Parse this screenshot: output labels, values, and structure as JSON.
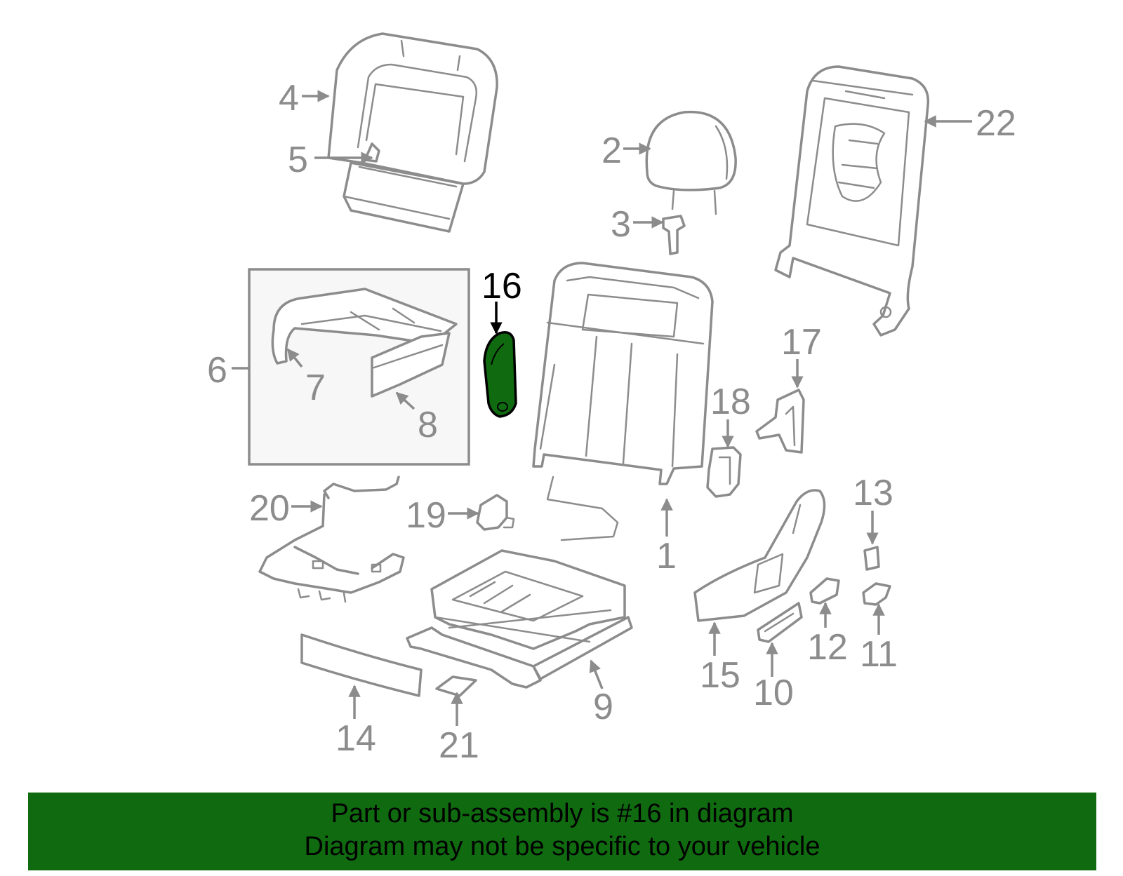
{
  "diagram": {
    "highlight_color": "#106b10",
    "line_color": "#8c8c8c",
    "highlighted_part": "16",
    "callouts": [
      "1",
      "2",
      "3",
      "4",
      "5",
      "6",
      "7",
      "8",
      "9",
      "10",
      "11",
      "12",
      "13",
      "14",
      "15",
      "16",
      "17",
      "18",
      "19",
      "20",
      "21",
      "22"
    ]
  },
  "banner": {
    "line1": "Part or sub-assembly is #16 in diagram",
    "line2": "Diagram may not be specific to your vehicle"
  }
}
